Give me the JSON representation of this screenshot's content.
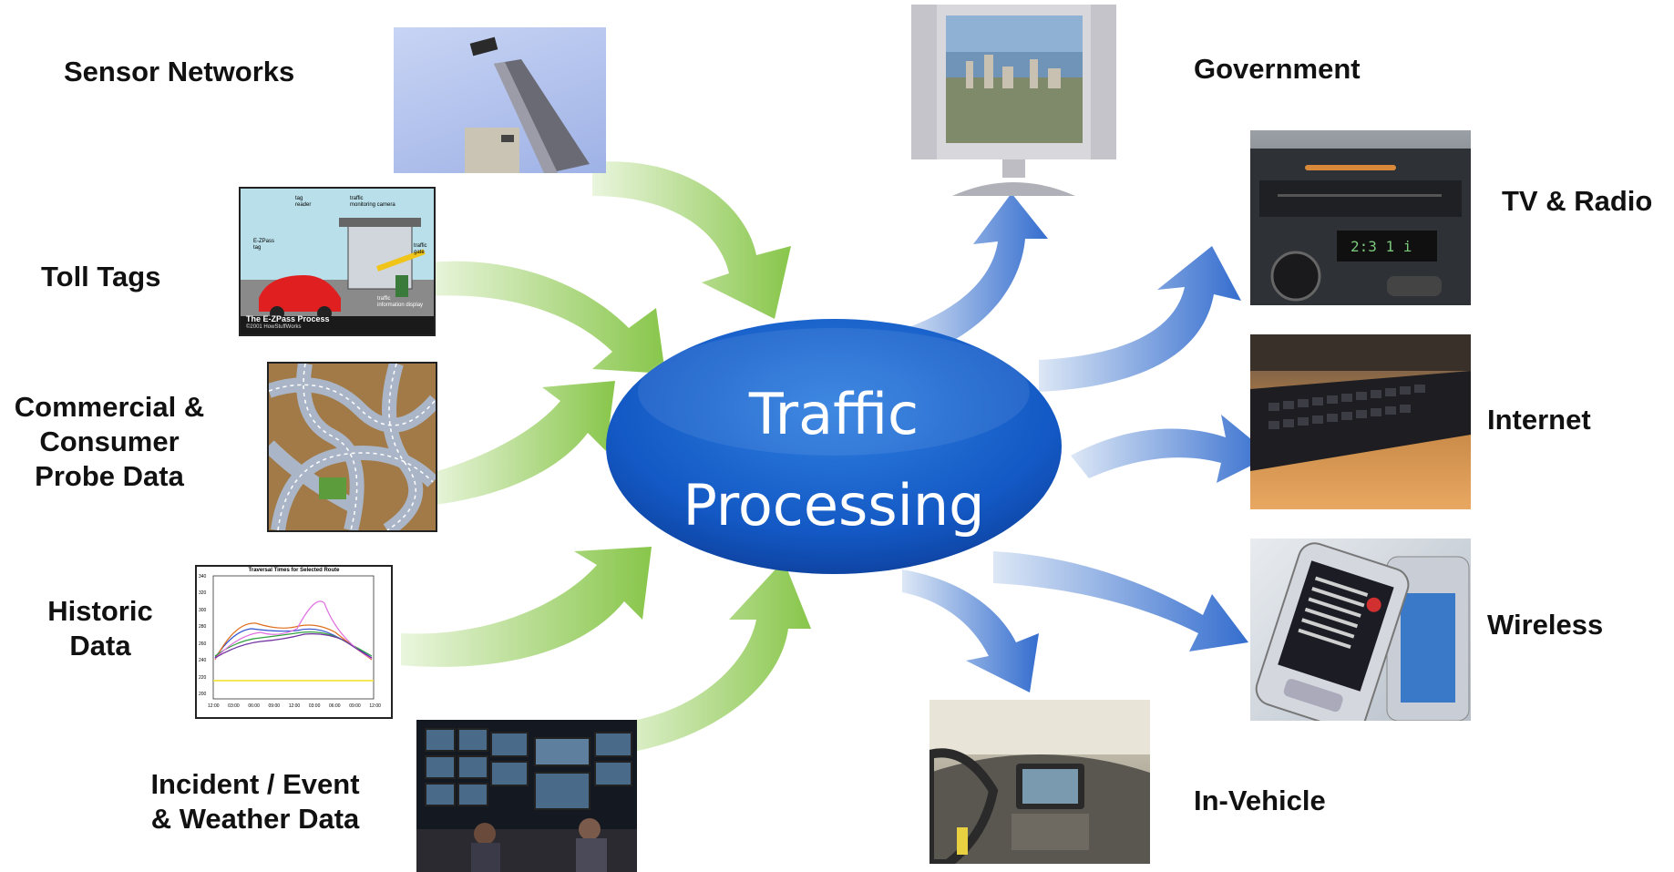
{
  "center": {
    "line1": "Traffic",
    "line2": "Processing"
  },
  "inputs": [
    {
      "label": "Sensor Networks",
      "icon": "sensor-pole-icon"
    },
    {
      "label": "Toll Tags",
      "icon": "toll-booth-icon"
    },
    {
      "label": "Commercial &\nConsumer\nProbe Data",
      "icon": "highway-interchange-icon"
    },
    {
      "label": "Historic\nData",
      "icon": "line-chart-icon"
    },
    {
      "label": "Incident / Event\n& Weather Data",
      "icon": "control-room-icon"
    }
  ],
  "outputs": [
    {
      "label": "Government",
      "icon": "monitor-icon"
    },
    {
      "label": "TV & Radio",
      "icon": "car-radio-icon"
    },
    {
      "label": "Internet",
      "icon": "keyboard-icon"
    },
    {
      "label": "Wireless",
      "icon": "smartphone-icon"
    },
    {
      "label": "In-Vehicle",
      "icon": "car-dashboard-icon"
    }
  ],
  "toll_image": {
    "tag_reader": "tag\nreader",
    "camera": "traffic\nmonitoring camera",
    "ezpass": "E-ZPass\ntag",
    "gate": "traffic\ngate",
    "caption": "The E-ZPass Process",
    "credit": "©2001 HowStuffWorks",
    "display": "traffic\ninformation display"
  },
  "chart_image": {
    "title": "Traversal Times for Selected Route",
    "yticks": [
      "340",
      "320",
      "300",
      "280",
      "260",
      "240",
      "220",
      "200"
    ],
    "xticks": [
      "12:00",
      "03:00",
      "06:00",
      "09:00",
      "12:00",
      "03:00",
      "06:00",
      "09:00",
      "12:00"
    ]
  },
  "colors": {
    "ellipse": "#1560c9",
    "green_arrow": "#8cc84b",
    "blue_arrow": "#2f6fd0"
  }
}
